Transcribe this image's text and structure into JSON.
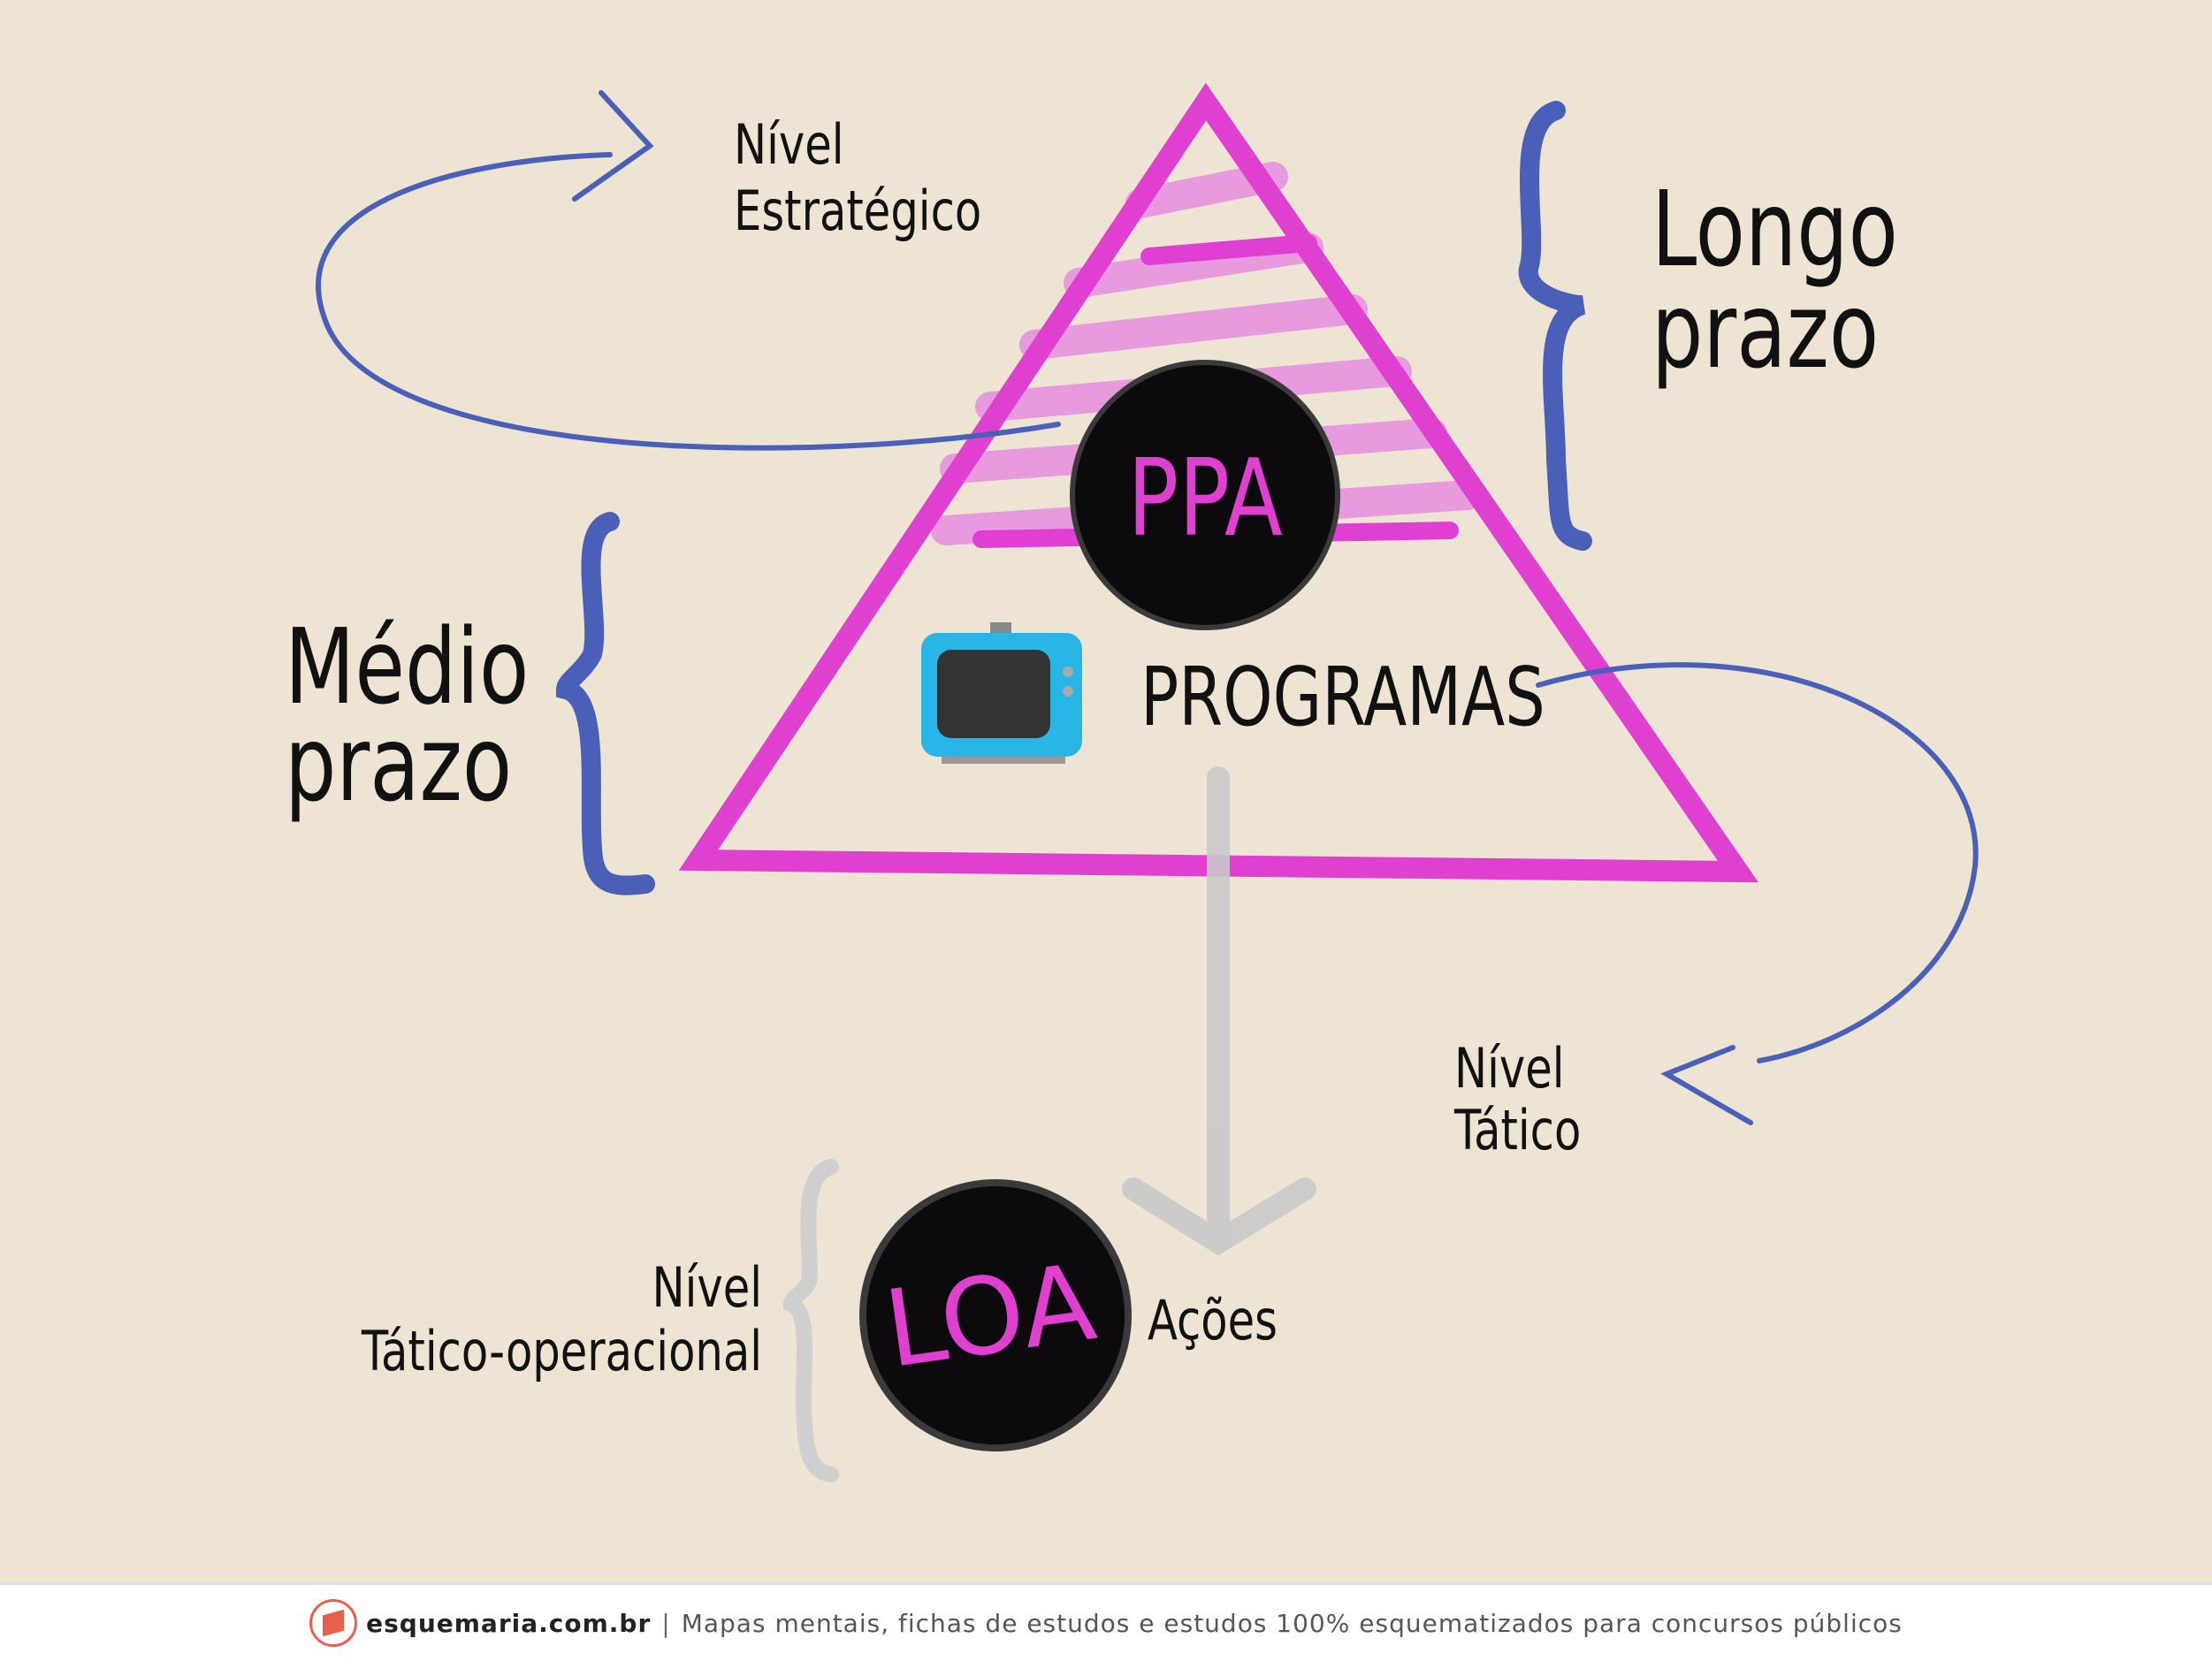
{
  "diagram": {
    "top_left_label": [
      "Nível",
      "Estratégico"
    ],
    "top_right_label": [
      "Longo",
      "prazo"
    ],
    "mid_left_label": [
      "Médio",
      "prazo"
    ],
    "ppa": "PPA",
    "programs": "PROGRAMAS",
    "tv_icon": "television-icon",
    "right_label": [
      "Nível",
      "Tático"
    ],
    "loa": "LOA",
    "loa_left_label": [
      "Nível",
      "Tático-operacional"
    ],
    "actions": "Ações",
    "colors": {
      "pink": "#e040d0",
      "blue": "#4a5fb8",
      "gray": "#c9c9c9",
      "background": "#ede4d3"
    }
  },
  "footer": {
    "site": "esquemaria.com.br",
    "separator": "|",
    "tagline": "Mapas mentais, fichas de estudos e estudos 100% esquematizados para concursos públicos"
  }
}
